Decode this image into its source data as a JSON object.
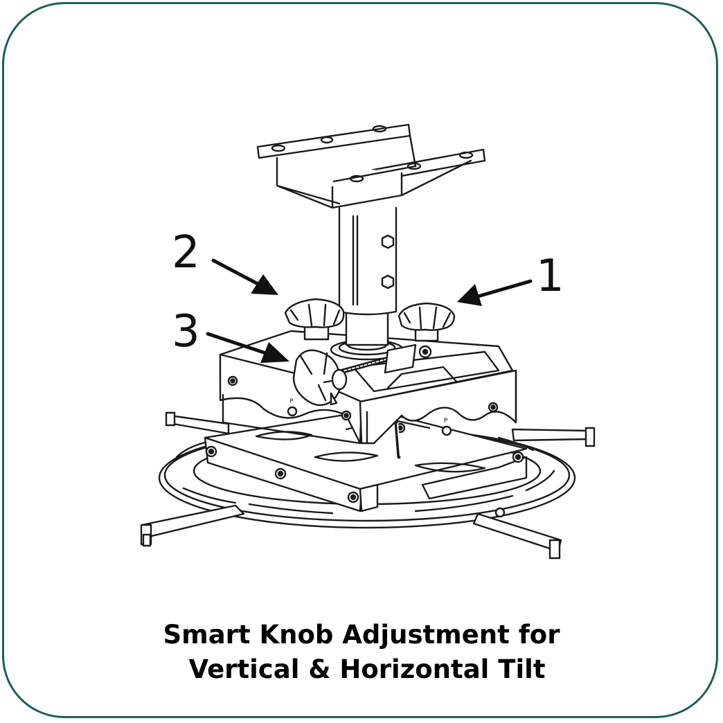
{
  "caption": {
    "line1": "Smart Knob Adjustment for",
    "line2": "Vertical & Horizontal Tilt"
  },
  "callouts": [
    {
      "number": "1",
      "target": "right-knob"
    },
    {
      "number": "2",
      "target": "left-knob"
    },
    {
      "number": "3",
      "target": "front-tilt-knob"
    }
  ],
  "colors": {
    "frame_border": "#1e5e55",
    "line_art": "#1a1a1a",
    "text": "#000000"
  }
}
